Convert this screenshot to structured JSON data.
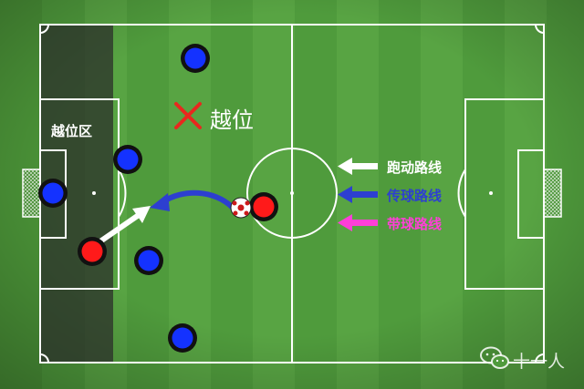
{
  "pitch": {
    "offside_zone_label": "越位区",
    "offside_label": "越位"
  },
  "legend": [
    {
      "label": "跑动路线",
      "color": "#ffffff",
      "name": "run-route"
    },
    {
      "label": "传球路线",
      "color": "#2d3fd0",
      "name": "pass-route"
    },
    {
      "label": "带球路线",
      "color": "#ff3fd8",
      "name": "dribble-route"
    }
  ],
  "colors": {
    "team_defending": "#1432ff",
    "team_attacking": "#ff1a1a",
    "offside_mark": "#e8281e",
    "pass_arrow": "#2d3fd0",
    "run_arrow": "#ffffff"
  },
  "watermark": {
    "icon": "wechat-icon",
    "text": "十一人"
  }
}
